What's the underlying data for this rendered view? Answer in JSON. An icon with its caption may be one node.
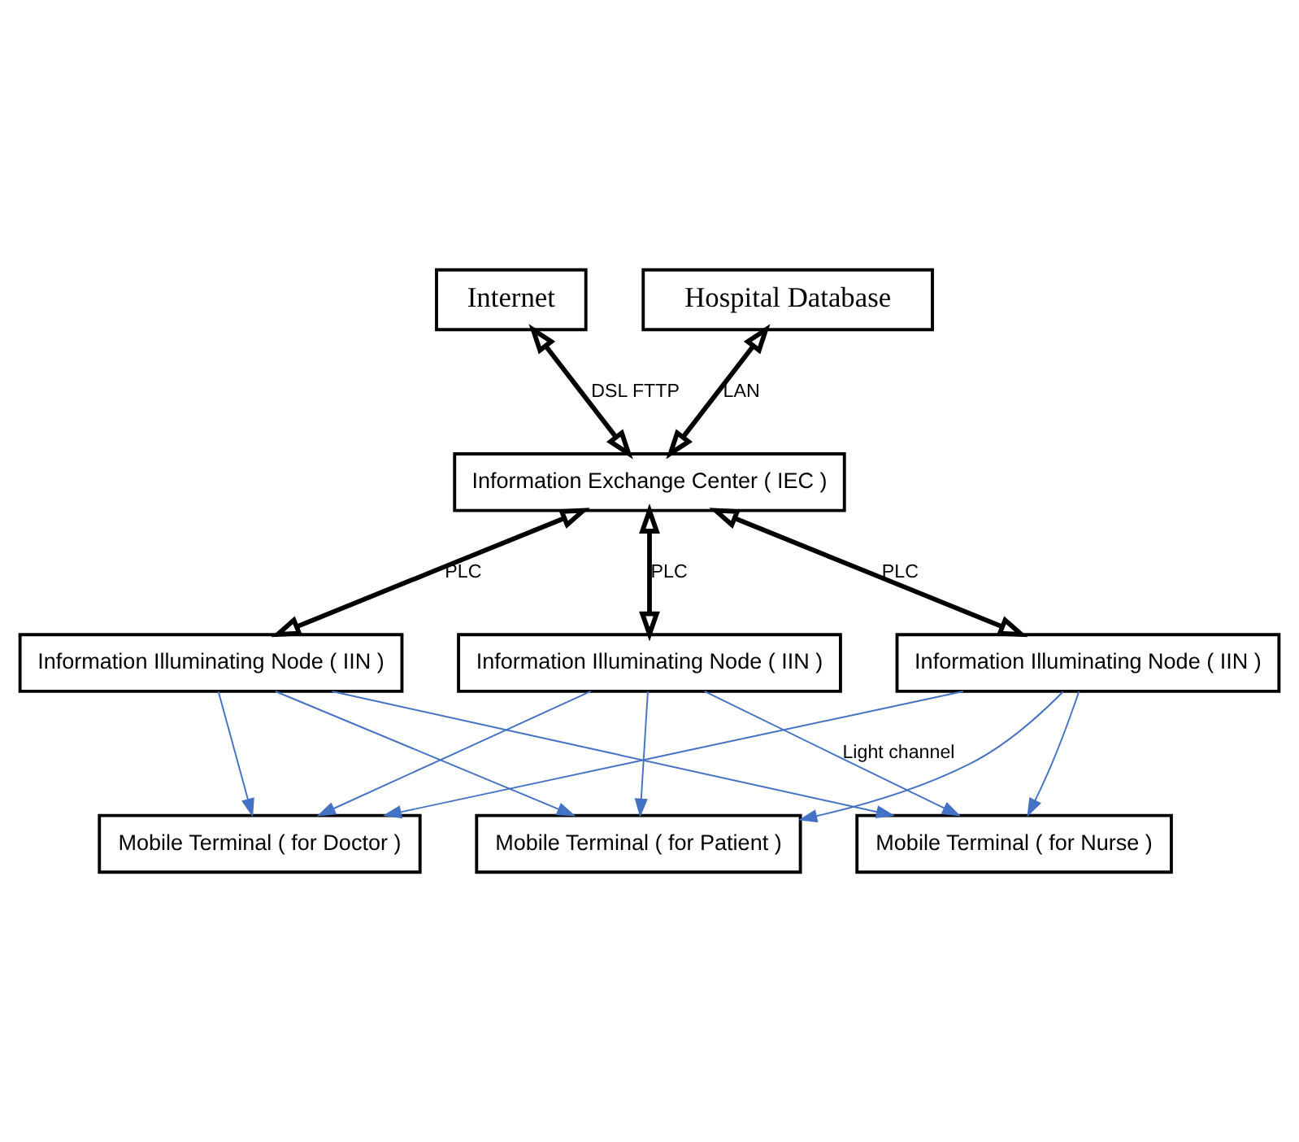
{
  "diagram": {
    "nodes": [
      {
        "text": [
          "Internet"
        ]
      },
      {
        "text": [
          "Hospital Database"
        ]
      },
      {
        "text": [
          "Information Exchange Center ( IEC )"
        ]
      },
      {
        "text": [
          "Information Illuminating Node ( IIN )"
        ]
      },
      {
        "text": [
          "Information Illuminating Node ( IIN )"
        ]
      },
      {
        "text": [
          "Information Illuminating Node ( IIN )"
        ]
      },
      {
        "text": [
          "Mobile Terminal ( for Patient )"
        ]
      },
      {
        "text": [
          "Mobile Terminal ( for Doctor )"
        ]
      },
      {
        "text": [
          "Mobile Terminal ( for Nurse )"
        ]
      }
    ],
    "edges": [
      {
        "from": 0,
        "to": 2,
        "arrow": "both",
        "label": "DSL FTTP",
        "style": "thick",
        "color": "#000000"
      },
      {
        "from": 1,
        "to": 2,
        "arrow": "both",
        "label": "LAN",
        "style": "thick",
        "color": "#000000"
      },
      {
        "from": 2,
        "to": 3,
        "arrow": "both",
        "label": "PLC",
        "style": "thick",
        "color": "#000000"
      },
      {
        "from": 2,
        "to": 4,
        "arrow": "both",
        "label": "PLC",
        "style": "thick",
        "color": "#000000"
      },
      {
        "from": 2,
        "to": 5,
        "arrow": "both",
        "label": "PLC",
        "style": "thick",
        "color": "#000000"
      },
      {
        "from": 3,
        "to": 6,
        "arrow": "to"
      },
      {
        "from": 3,
        "to": 7,
        "arrow": "to"
      },
      {
        "from": 3,
        "to": 8,
        "arrow": "to"
      },
      {
        "from": 4,
        "to": 6,
        "arrow": "to"
      },
      {
        "from": 4,
        "to": 7,
        "arrow": "to"
      },
      {
        "from": 4,
        "to": 8,
        "arrow": "to"
      },
      {
        "from": 5,
        "to": 6,
        "arrow": "to"
      },
      {
        "from": 5,
        "to": 7,
        "arrow": "to"
      },
      {
        "from": 5,
        "to": 8,
        "arrow": "to",
        "label": "Light channel"
      }
    ]
  }
}
